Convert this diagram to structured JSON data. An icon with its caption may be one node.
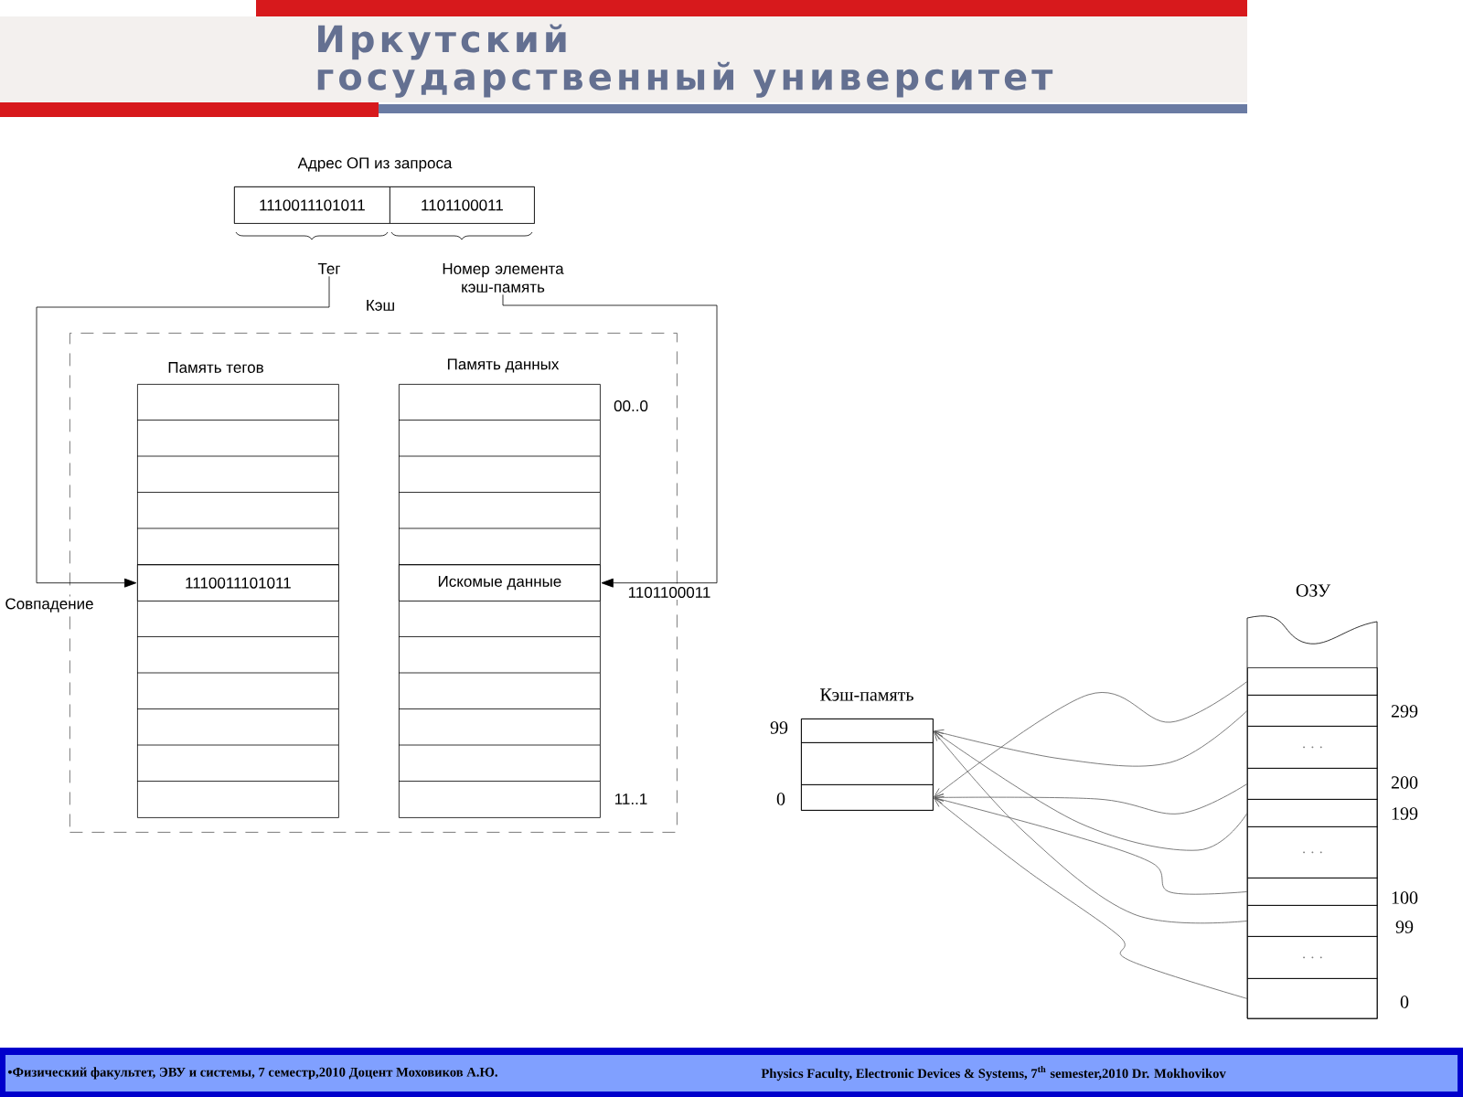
{
  "diagram": {
    "title": "Иркутский государственный университет",
    "nodes": [
      {
        "text": [
          "Адрес ОП из запроса"
        ]
      },
      {
        "text": [
          "1110011101011"
        ],
        "in": 0
      },
      {
        "text": [
          "1101100011"
        ],
        "in": 0
      },
      {
        "text": [
          "Тег"
        ]
      },
      {
        "text": [
          "Номер элемента кэш-память"
        ]
      },
      {
        "text": [
          "Кэш"
        ]
      },
      {
        "text": [
          "Память тегов"
        ],
        "in": 5
      },
      {
        "text": [
          "1110011101011"
        ],
        "in": 6
      },
      {
        "text": [
          "Память данных"
        ],
        "in": 5
      },
      {
        "text": [
          "Искомые данные"
        ],
        "in": 8
      },
      {
        "text": [
          "Кэш-память"
        ]
      },
      {
        "text": [],
        "shape": "box",
        "in": 10,
        "beside": [
          "99"
        ]
      },
      {
        "text": [],
        "shape": "box",
        "in": 10
      },
      {
        "text": [],
        "shape": "box",
        "in": 10,
        "beside": [
          "0"
        ]
      },
      {
        "text": [
          "ОЗУ"
        ]
      },
      {
        "text": [],
        "shape": "box",
        "in": 14
      },
      {
        "text": [],
        "shape": "box",
        "in": 14,
        "beside": [
          "299"
        ]
      },
      {
        "text": [
          ". . ."
        ],
        "in": 14
      },
      {
        "text": [],
        "shape": "box",
        "in": 14,
        "beside": [
          "200"
        ]
      },
      {
        "text": [],
        "shape": "box",
        "in": 14,
        "beside": [
          "199"
        ]
      },
      {
        "text": [
          ". . ."
        ],
        "in": 14
      },
      {
        "text": [],
        "shape": "box",
        "in": 14,
        "beside": [
          "100"
        ]
      },
      {
        "text": [],
        "shape": "box",
        "in": 14,
        "beside": [
          "99"
        ]
      },
      {
        "text": [
          ". . ."
        ],
        "in": 14
      },
      {
        "text": [],
        "shape": "box",
        "in": 14,
        "beside": [
          "0"
        ]
      }
    ],
    "edges": [
      {
        "from": 3,
        "to": 7,
        "arrow": "to",
        "label": "Совпадение"
      },
      {
        "from": 4,
        "to": 9,
        "arrow": "to",
        "label": "1101100011"
      },
      {
        "from": 15,
        "to": 13,
        "arrow": "to"
      },
      {
        "from": 16,
        "to": 11,
        "arrow": "to"
      },
      {
        "from": 18,
        "to": 13,
        "arrow": "to"
      },
      {
        "from": 19,
        "to": 11,
        "arrow": "to"
      },
      {
        "from": 21,
        "to": 13,
        "arrow": "to"
      },
      {
        "from": 22,
        "to": 11,
        "arrow": "to"
      },
      {
        "from": 24,
        "to": 13,
        "arrow": "to"
      }
    ],
    "labels": [
      "00..0",
      "11..1",
      "•Физический факультет, ЭВУ и системы, 7 семестр,2010 Доцент Моховиков А.Ю.",
      "Physics Faculty, Electronic Devices & Systems, 7$^{th}$ semester,2010   Dr. Mokhovikov"
    ]
  }
}
